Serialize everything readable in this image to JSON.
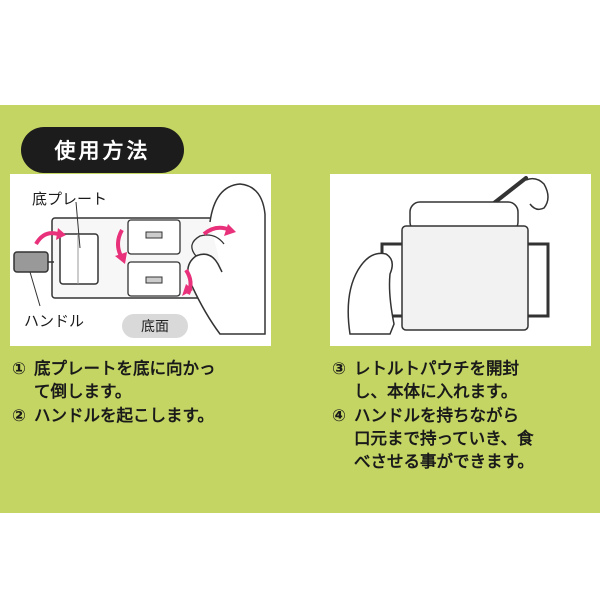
{
  "heading": "使用方法",
  "diagram_left": {
    "label_plate": "底プレート",
    "label_handle": "ハンドル",
    "label_bottom": "底面"
  },
  "steps": [
    {
      "num": "①",
      "lines": [
        "底プレートを底に向かっ",
        "て倒します。"
      ]
    },
    {
      "num": "②",
      "lines": [
        "ハンドルを起こします。"
      ]
    },
    {
      "num": "③",
      "lines": [
        "レトルトパウチを開封",
        "し、本体に入れます。"
      ]
    },
    {
      "num": "④",
      "lines": [
        "ハンドルを持ちながら",
        "口元まで持っていき、食",
        "べさせる事ができます。"
      ]
    }
  ],
  "colors": {
    "band": "#c4d563",
    "arrow": "#e8317a",
    "heading_bg": "#1c1c1c"
  }
}
